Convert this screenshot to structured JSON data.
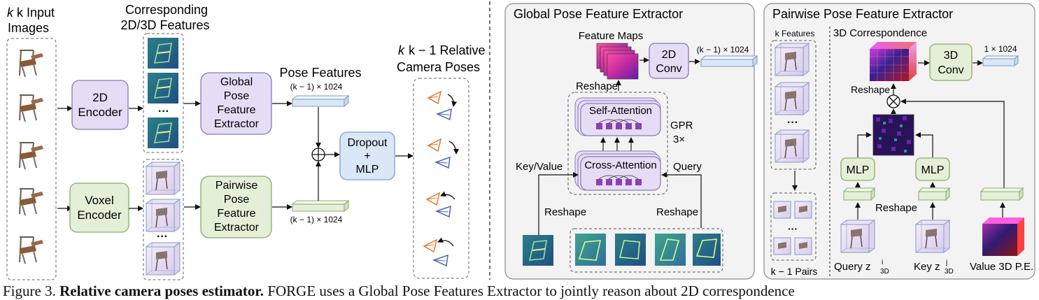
{
  "colors": {
    "purple_fill": "#e6dcf5",
    "purple_stroke": "#8a78b4",
    "green_fill": "#e3efd6",
    "green_stroke": "#8aab6c",
    "blue_fill": "#dae7f6",
    "blue_stroke": "#7f9cc4",
    "panel_fill": "#f3f3f3",
    "panel_stroke": "#8c8c8c",
    "attn_dots": "#8a3fb5"
  },
  "left": {
    "input_title": [
      "k Input",
      "Images"
    ],
    "features_title": [
      "Corresponding",
      "2D/3D Features"
    ],
    "encoder_2d": [
      "2D",
      "Encoder"
    ],
    "voxel_encoder": [
      "Voxel",
      "Encoder"
    ],
    "global_extractor": [
      "Global",
      "Pose",
      "Feature",
      "Extractor"
    ],
    "pairwise_extractor": [
      "Pairwise",
      "Pose",
      "Feature",
      "Extractor"
    ],
    "pose_features": "Pose Features",
    "dim_top": "(k − 1) × 1024",
    "dim_bottom": "(k − 1) × 1024",
    "dropout": [
      "Dropout",
      "+",
      "MLP"
    ],
    "relative_title": [
      "k − 1 Relative",
      "Camera Poses"
    ],
    "ellipsis": "···"
  },
  "global_panel": {
    "title": "Global Pose Feature Extractor",
    "feature_maps": "Feature Maps",
    "conv": [
      "2D",
      "Conv"
    ],
    "conv_dim": "(k − 1) × 1024",
    "reshape_top": "Reshape",
    "self_attention": "Self-Attention",
    "cross_attention": "Cross-Attention",
    "gpr": [
      "GPR",
      "3×"
    ],
    "key_value": "Key/Value",
    "query": "Query",
    "reshape_left": "Reshape",
    "reshape_right": "Reshape"
  },
  "pairwise_panel": {
    "title": "Pairwise Pose Feature Extractor",
    "k_features": "k Features",
    "k_pairs": "k − 1 Pairs",
    "correspondence": "3D Correspondence",
    "conv": [
      "3D",
      "Conv"
    ],
    "conv_dim": "1 × 1024",
    "reshape_top": "Reshape",
    "mlp_left": "MLP",
    "mlp_right": "MLP",
    "reshape_mid": "Reshape",
    "query_label": "Query z",
    "query_sup": "i",
    "key_label": "Key z",
    "key_sup": "j",
    "sub_3d": "3D",
    "value_label": "Value 3D P.E.",
    "ellipsis": "···"
  },
  "caption": {
    "prefix": "Figure 3. ",
    "bold": "Relative camera poses estimator.",
    "rest": " FORGE uses a Global Pose Features Extractor to jointly reason about 2D correspondence"
  }
}
